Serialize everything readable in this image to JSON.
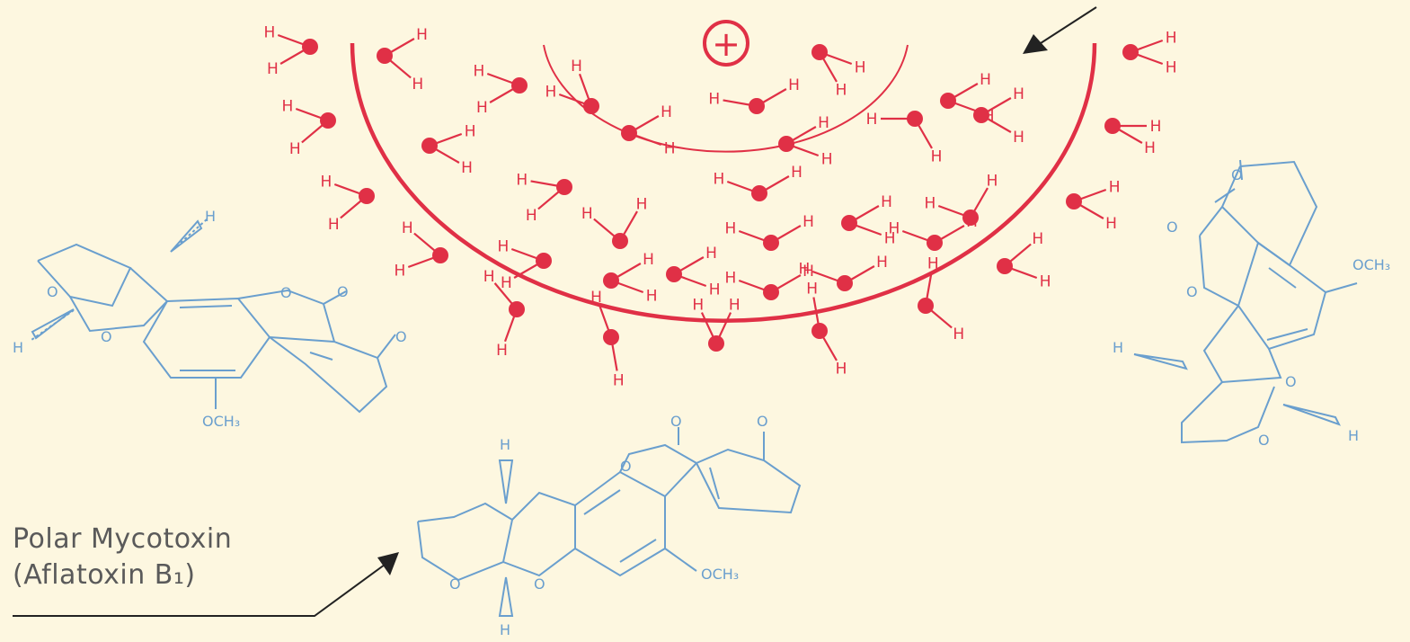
{
  "labels": {
    "polar_mycotoxin": "Polar Mycotoxin",
    "aflatoxin_name": "(Aflatoxin B₁)"
  },
  "symbols": {
    "charge": "+",
    "hydrogen": "H",
    "oxygen": "O",
    "methoxy": "OCH₃"
  },
  "colors": {
    "water": "#e03046",
    "molecule": "#6a9fce",
    "background": "#fdf7e0",
    "arrow": "#222222"
  }
}
